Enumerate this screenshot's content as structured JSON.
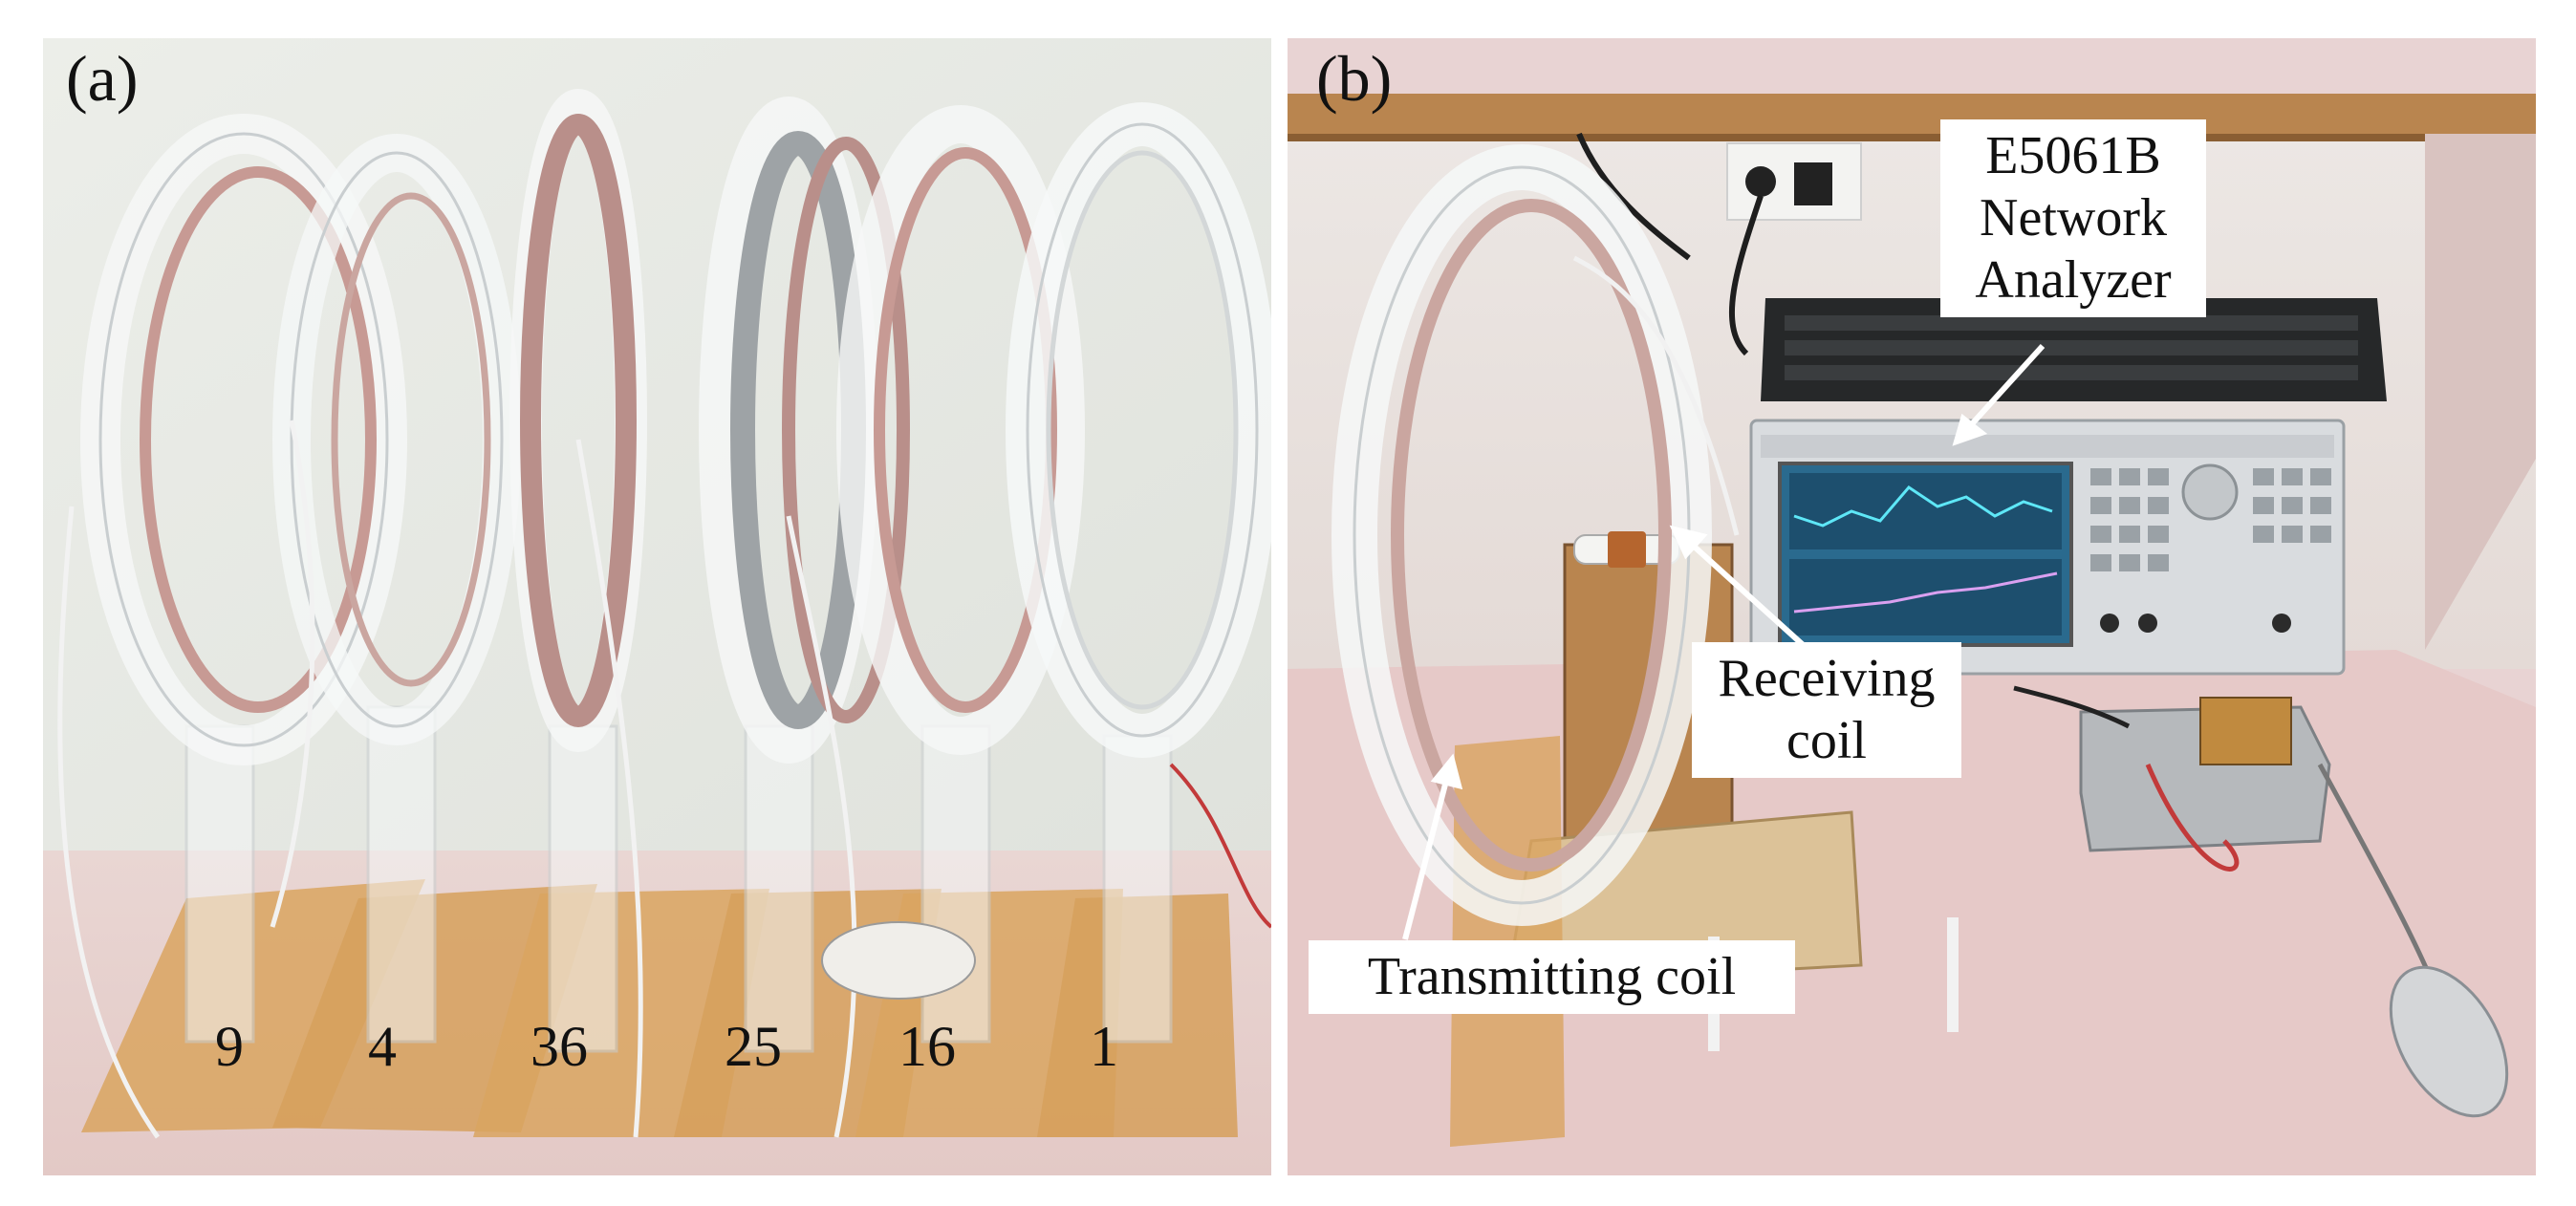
{
  "figure": {
    "panels": [
      {
        "label": "(a)",
        "coil_numbers": [
          "9",
          "4",
          "36",
          "25",
          "16",
          "1"
        ]
      },
      {
        "label": "(b)",
        "callouts": {
          "analyzer": "E5061B Network Analyzer",
          "receiving": "Receiving coil",
          "transmitting": "Transmitting coil"
        }
      }
    ]
  },
  "colors": {
    "wall": "#e6e8e3",
    "table": "#e8cfcf",
    "base": "#d9a460",
    "acrylic": "#f4f6f6",
    "wire": "#c79a94",
    "wood": "#b9854f",
    "screen": "#2a6a8e"
  }
}
